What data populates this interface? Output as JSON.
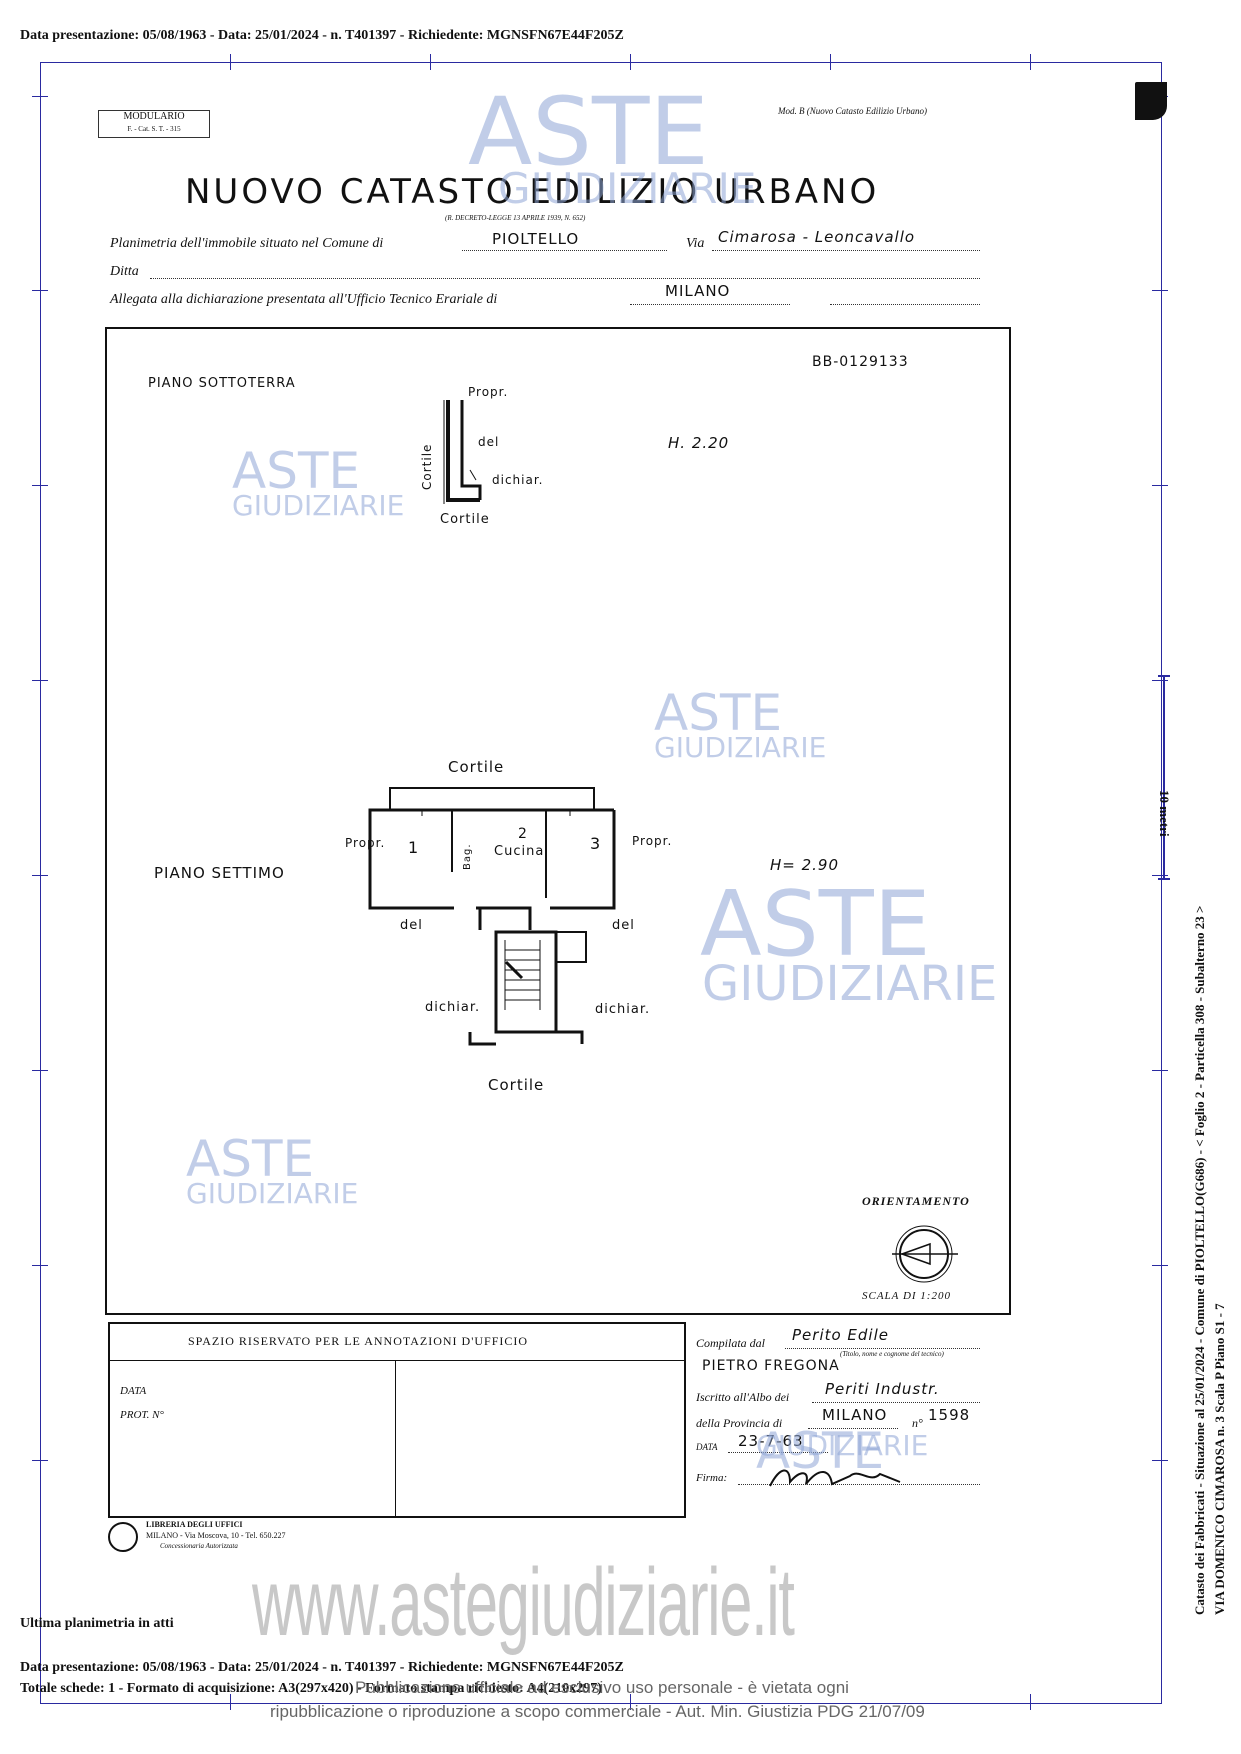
{
  "header": {
    "line1": "Data presentazione: 05/08/1963 - Data: 25/01/2024 - n. T401397 - Richiedente: MGNSFN67E44F205Z"
  },
  "sheet": {
    "modulario": "MODULARIO",
    "modulario_sub": "F. - Cat. S. T. - 315",
    "model": "Mod. B (Nuovo Catasto Edilizio Urbano)",
    "title": "NUOVO CATASTO EDILIZIO URBANO",
    "subtitle": "(R. DECRETO-LEGGE 13 APRILE 1939, N. 652)",
    "planimetria_label": "Planimetria dell'immobile situato nel Comune di",
    "comune": "PIOLTELLO",
    "via_label": "Via",
    "via": "Cimarosa - Leoncavallo",
    "ditta_label": "Ditta",
    "allegata_label": "Allegata alla dichiarazione presentata all'Ufficio Tecnico Erariale di",
    "ufficio": "MILANO"
  },
  "plan": {
    "code": "BB-0129133",
    "basement": {
      "label": "PIANO SOTTOTERRA",
      "height": "H. 2.20",
      "labels": [
        "Propr.",
        "del",
        "dichiar.",
        "Cortile",
        "Cortile"
      ]
    },
    "seventh": {
      "label": "PIANO SETTIMO",
      "height": "H= 2.90",
      "top": "Cortile",
      "bottom": "Cortile",
      "left_propr": "Propr.",
      "right_propr": "Propr.",
      "room1": "1",
      "room2": "2",
      "room2_name": "Cucina",
      "room3": "3",
      "bagno": "Bag.",
      "del_left": "del",
      "del_right": "del",
      "dichiar_left": "dichiar.",
      "dichiar_right": "dichiar."
    },
    "orientation_label": "ORIENTAMENTO",
    "scale": "SCALA DI 1:200"
  },
  "annotations": {
    "title": "SPAZIO RISERVATO PER LE ANNOTAZIONI D'UFFICIO",
    "data_label": "DATA",
    "prot_label": "PROT. N°"
  },
  "compiler": {
    "compilata_label": "Compilata dal",
    "compilata_value": "Perito Edile",
    "compilata_note": "(Titolo, nome e cognome del tecnico)",
    "name": "PIETRO FREGONA",
    "iscritto_label": "Iscritto all'Albo dei",
    "albo_value": "Periti Industr.",
    "provincia_label": "della Provincia di",
    "provincia_value": "MILANO",
    "numero_label": "n°",
    "numero_value": "1598",
    "data_label": "DATA",
    "data_value": "23-7-63",
    "firma_label": "Firma:"
  },
  "printer": {
    "line1": "LIBRERIA DEGLI UFFICI",
    "line2": "MILANO - Via Moscova, 10 - Tel. 650.227",
    "line3": "Concessionaria Autorizzata"
  },
  "watermarks": {
    "aste": "ASTE",
    "giudiziarie": "GIUDIZIARIE",
    "url": "www.astegiudiziarie.it"
  },
  "side_text": {
    "line1": "Catasto dei Fabbricati - Situazione al 25/01/2024 - Comune di PIOLTELLO(G686) - < Foglio 2 - Particella 308 - Subalterno 23 >",
    "line2": "VIA DOMENICO CIMAROSA n. 3 Scala P Piano S1 - 7",
    "scale_bar": "10 metri"
  },
  "footer": {
    "ultima": "Ultima planimetria in atti",
    "line1": "Data presentazione: 05/08/1963 - Data: 25/01/2024 - n. T401397 - Richiedente: MGNSFN67E44F205Z",
    "line2": "Totale schede: 1 - Formato di acquisizione: A3(297x420) - Formato stampa richiesto: A4(210x297)",
    "notice1": "Pubblicazione ufficiale ad esclusivo uso personale - è vietata ogni",
    "notice2": "ripubblicazione o riproduzione a scopo commerciale - Aut. Min. Giustizia PDG 21/07/09"
  }
}
